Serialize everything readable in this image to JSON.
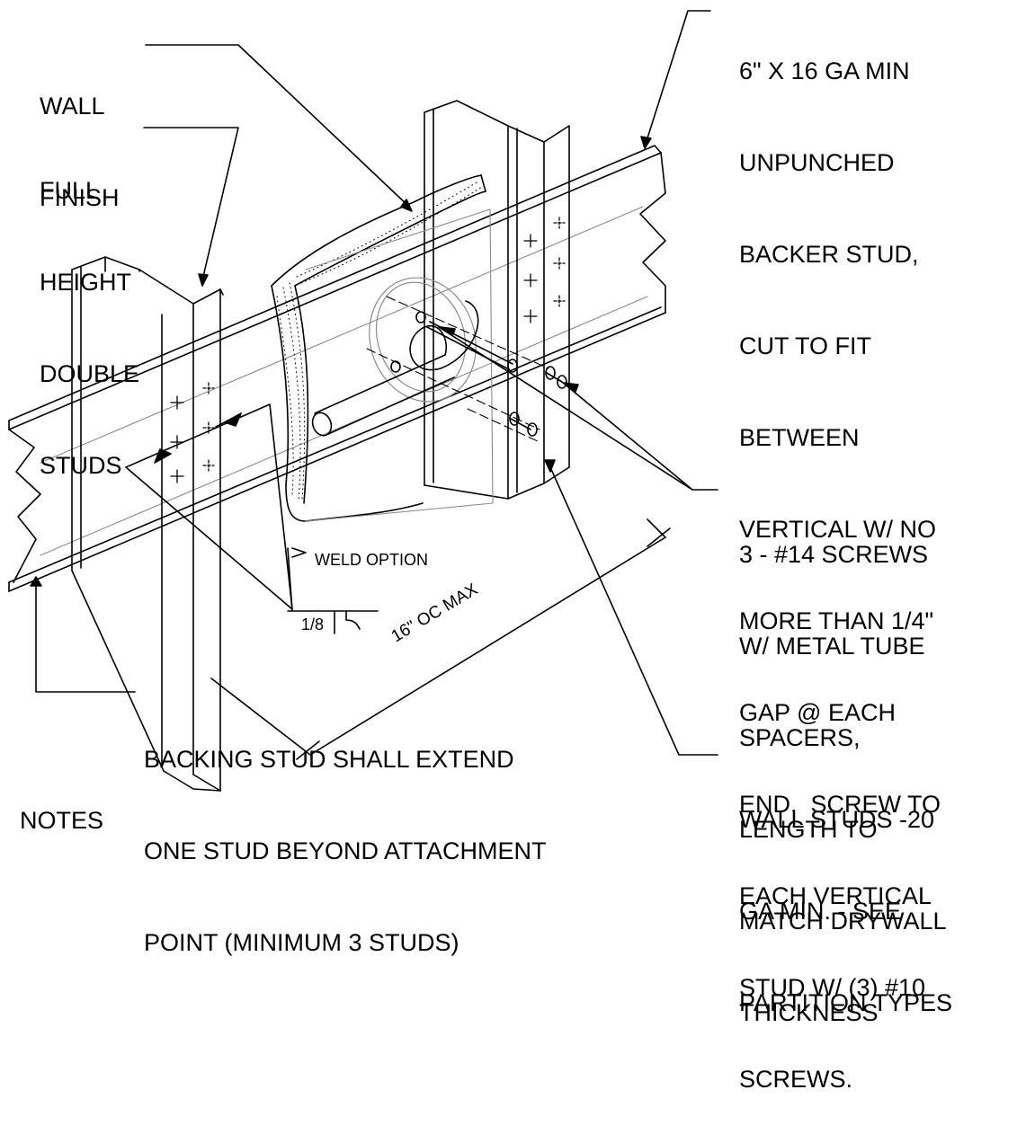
{
  "labels": {
    "wall_finish": [
      "WALL",
      "FINISH"
    ],
    "double_studs": [
      "FULL",
      "HEIGHT",
      "DOUBLE",
      "STUDS"
    ],
    "backer_stud": [
      "6\" X 16 GA MIN",
      "UNPUNCHED",
      "BACKER STUD,",
      "CUT TO FIT",
      "BETWEEN",
      "VERTICAL W/ NO",
      "MORE THAN 1/4\"",
      "GAP @ EACH",
      "END.  SCREW TO",
      "EACH VERTICAL",
      "STUD W/ (3) #10",
      "SCREWS."
    ],
    "screws": [
      "3 - #14 SCREWS",
      "W/ METAL TUBE",
      "SPACERS,",
      "LENGTH TO",
      "MATCH DRYWALL",
      "THICKNESS"
    ],
    "wall_studs": [
      "WALL STUDS -20",
      "GA MIN. - SEE",
      "PARTITION TYPES"
    ],
    "backing_stud": [
      "BACKING STUD SHALL EXTEND",
      "ONE STUD BEYOND ATTACHMENT",
      "POINT (MINIMUM 3 STUDS)"
    ],
    "notes": "NOTES",
    "weld_option": "WELD OPTION",
    "weld_size": "1/8",
    "dimension": "16\" OC MAX"
  },
  "colors": {
    "line": "#000000",
    "light_line": "#8a8a8a",
    "background": "#ffffff"
  }
}
